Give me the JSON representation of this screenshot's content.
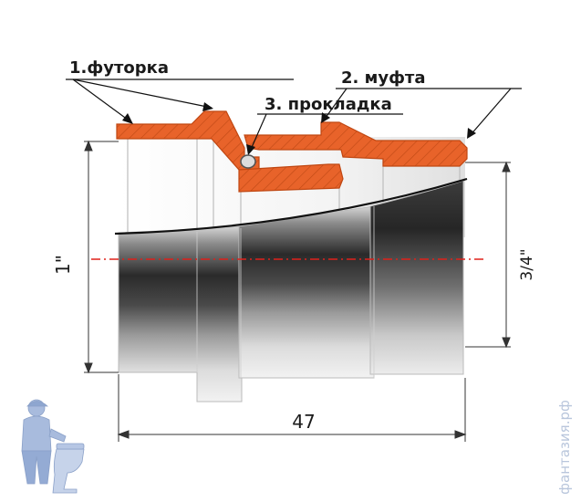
{
  "labels": {
    "part1": "1.футорка",
    "part2": "2. муфта",
    "part3": "3. прокладка"
  },
  "dimensions": {
    "left_diameter": "1\"",
    "right_diameter": "3/4\"",
    "length": "47"
  },
  "watermark": {
    "site": "фантазия.рф"
  },
  "colors": {
    "section_fill": "#e8632a",
    "section_stroke": "#c04712",
    "axis_line": "#e0201a",
    "metal_dark": "#2b2b2b",
    "metal_light": "#e6e6e6",
    "mascot": "#9fb4d8"
  },
  "icons": {
    "mascot": "plumber-mascot-icon"
  }
}
